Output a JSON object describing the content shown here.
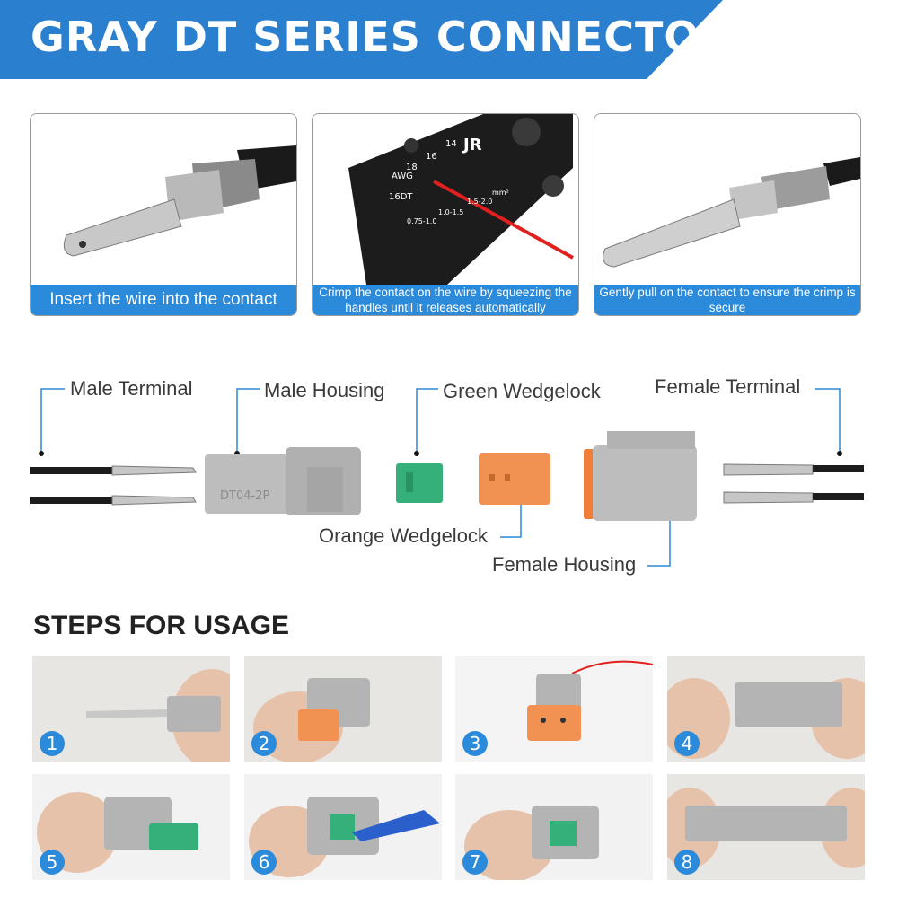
{
  "header": {
    "title": "GRAY DT SERIES CONNECTOR"
  },
  "crimp_cards": [
    {
      "caption": "Insert the wire into the contact"
    },
    {
      "caption": "Crimp the contact on the wire by squeezing the handles until it releases automatically",
      "tool_text": {
        "brand": "JR",
        "awg": "AWG",
        "g18": "18",
        "g16": "16",
        "g14": "14",
        "model": "16DT",
        "s1": "0.75-1.0",
        "s2": "1.0-1.5",
        "s3": "1.5-2.0",
        "unit": "mm²"
      }
    },
    {
      "caption": "Gently pull on the contact to ensure the crimp is secure"
    }
  ],
  "parts": {
    "male_terminal": "Male Terminal",
    "male_housing": "Male Housing",
    "green_wedgelock": "Green Wedgelock",
    "female_terminal": "Female Terminal",
    "orange_wedgelock": "Orange Wedgelock",
    "female_housing": "Female Housing",
    "housing_marking": "DT04-2P"
  },
  "steps": {
    "title": "STEPS FOR USAGE",
    "items": [
      "1",
      "2",
      "3",
      "4",
      "5",
      "6",
      "7",
      "8"
    ]
  },
  "colors": {
    "accent": "#2b8ad9",
    "banner": "#2b7fcf",
    "housing_gray": "#b8b8b8",
    "wedge_orange": "#f29252",
    "wedge_green": "#35b07a"
  }
}
